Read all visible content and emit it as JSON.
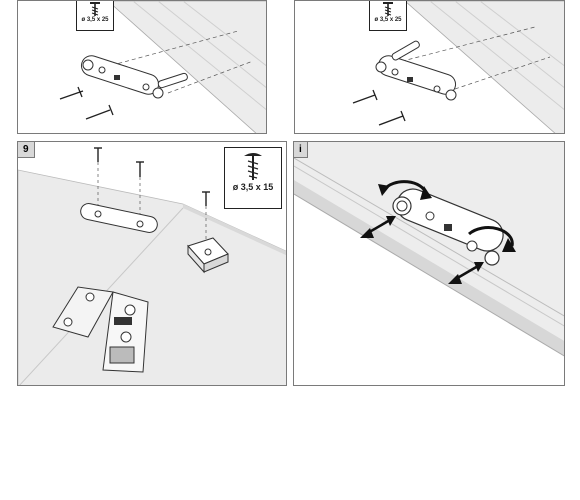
{
  "panels": {
    "top_left": {
      "screw_spec": "ø 3,5 x 25"
    },
    "top_right": {
      "screw_spec": "ø 3,5 x 25"
    },
    "step9": {
      "label": "9",
      "screw_spec": "ø 3,5 x 15"
    },
    "info": {
      "label": "i"
    }
  },
  "colors": {
    "border": "#7a7a7a",
    "label_bg": "#d8d8d8",
    "surface": "#e9e9e9",
    "line": "#222222"
  },
  "icons": [
    "screw-icon",
    "rotate-arrow-icon",
    "double-arrow-icon"
  ]
}
